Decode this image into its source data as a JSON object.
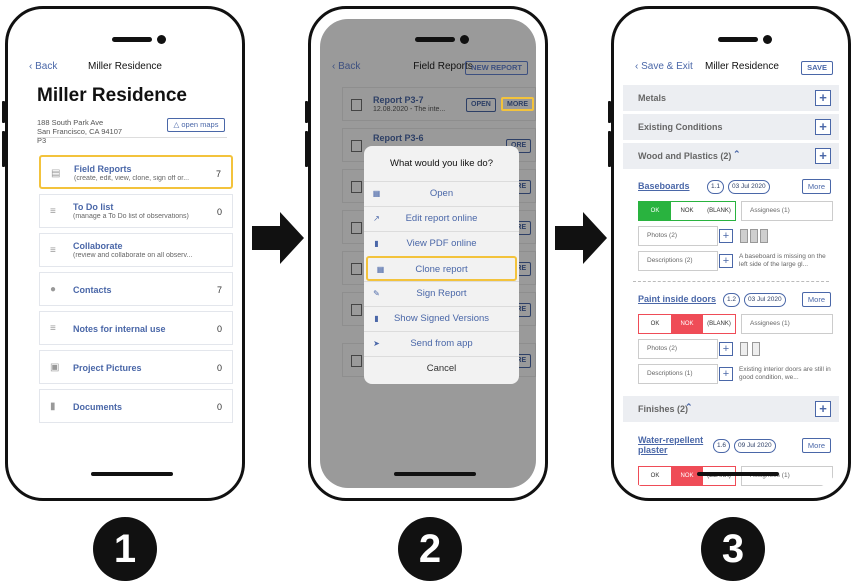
{
  "step_numbers": [
    "1",
    "2",
    "3"
  ],
  "screen1": {
    "back_label": "Back",
    "nav_title": "Miller Residence",
    "title": "Miller Residence",
    "address_lines": [
      "188 South Park Ave",
      "San Francisco, CA 94107",
      "P3"
    ],
    "maps_label": "open maps",
    "items": [
      {
        "icon": "report-icon",
        "title": "Field Reports",
        "subtitle": "(create, edit, view, clone, sign off or...",
        "count": "7",
        "highlighted": true
      },
      {
        "icon": "checklist-icon",
        "title": "To Do list",
        "subtitle": "(manage a To Do list of observations)",
        "count": "0"
      },
      {
        "icon": "list-icon",
        "title": "Collaborate",
        "subtitle": "(review and collaborate on all observ...",
        "count": ""
      },
      {
        "icon": "people-icon",
        "title": "Contacts",
        "subtitle": "",
        "count": "7"
      },
      {
        "icon": "notes-icon",
        "title": "Notes for internal use",
        "subtitle": "",
        "count": "0"
      },
      {
        "icon": "image-icon",
        "title": "Project Pictures",
        "subtitle": "",
        "count": "0"
      },
      {
        "icon": "document-icon",
        "title": "Documents",
        "subtitle": "",
        "count": "0"
      }
    ]
  },
  "screen2": {
    "back_label": "Back",
    "nav_title": "Field Reports",
    "new_report_label": "NEW REPORT",
    "reports": [
      {
        "title": "Report P3-7",
        "subtitle": "12.08.2020 - The inte...",
        "open_label": "OPEN",
        "more_label": "MORE"
      },
      {
        "title": "Report P3-6",
        "subtitle": "",
        "more_label": "ORE"
      }
    ],
    "obscured_more_labels": [
      "ORE",
      "ORE",
      "ORE",
      "ORE",
      "ORE"
    ],
    "modal": {
      "title": "What would you like do?",
      "options": [
        {
          "icon": "open-icon",
          "label": "Open"
        },
        {
          "icon": "edit-online-icon",
          "label": "Edit report online"
        },
        {
          "icon": "pdf-icon",
          "label": "View PDF online"
        },
        {
          "icon": "clone-icon",
          "label": "Clone report",
          "highlighted": true
        },
        {
          "icon": "sign-icon",
          "label": "Sign Report"
        },
        {
          "icon": "signed-versions-icon",
          "label": "Show Signed Versions"
        },
        {
          "icon": "send-icon",
          "label": "Send from app"
        }
      ],
      "cancel_label": "Cancel"
    }
  },
  "screen3": {
    "back_label": "Save & Exit",
    "nav_title": "Miller Residence",
    "save_label": "SAVE",
    "sections": [
      {
        "label": "Metals"
      },
      {
        "label": "Existing Conditions"
      },
      {
        "label": "Wood and Plastics (2)",
        "expanded": true
      },
      {
        "label": "Finishes (2)",
        "expanded": true
      }
    ],
    "items": [
      {
        "name": "Baseboards",
        "badge": "1.1",
        "date": "03 Jul 2020",
        "more_label": "More",
        "status": {
          "ok": "OK",
          "nok": "NOK",
          "blank": "(BLANK)",
          "selected": "ok"
        },
        "assignees_label": "Assignees (1)",
        "photos_label": "Photos (2)",
        "descriptions_label": "Descriptions (2)",
        "description_preview": "A baseboard is missing on the left side of the large gl..."
      },
      {
        "name": "Paint inside doors",
        "badge": "1.2",
        "date": "03 Jul 2020",
        "more_label": "More",
        "status": {
          "ok": "OK",
          "nok": "NOK",
          "blank": "(BLANK)",
          "selected": "nok"
        },
        "assignees_label": "Assignees (1)",
        "photos_label": "Photos (2)",
        "descriptions_label": "Descriptions (1)",
        "description_preview": "Existing interior doors are still in good condition, we..."
      },
      {
        "name": "Water-repellent plaster",
        "badge": "1.6",
        "date": "09 Jul 2020",
        "more_label": "More",
        "status": {
          "ok": "OK",
          "nok": "NOK",
          "blank": "(BLANK)",
          "selected": "nok"
        },
        "assignees_label": "Assignees (1)"
      }
    ]
  },
  "colors": {
    "accent": "#4a67a8",
    "highlight": "#f3c33c",
    "ok_green": "#29b33f",
    "nok_red": "#ef4c57"
  }
}
